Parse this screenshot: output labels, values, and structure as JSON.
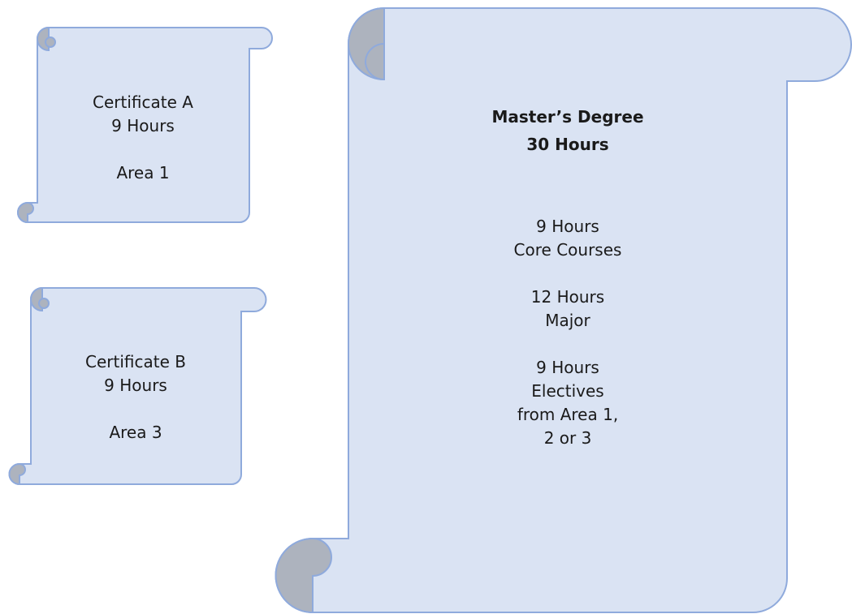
{
  "colors": {
    "scroll_fill": "#dae3f3",
    "scroll_stroke": "#8faadc",
    "curl_fill": "#adb3be"
  },
  "certificate_a": {
    "title": "Certificate A",
    "hours": "9 Hours",
    "area": "Area 1"
  },
  "certificate_b": {
    "title": "Certificate B",
    "hours": "9 Hours",
    "area": "Area 3"
  },
  "masters": {
    "title": "Master’s Degree",
    "total": "30 Hours",
    "core_hours": "9 Hours",
    "core_label": "Core Courses",
    "major_hours": "12 Hours",
    "major_label": "Major",
    "elective_hours": "9 Hours",
    "elective_label": "Electives",
    "elective_from_line1": "from Area 1,",
    "elective_from_line2": "2 or 3"
  }
}
